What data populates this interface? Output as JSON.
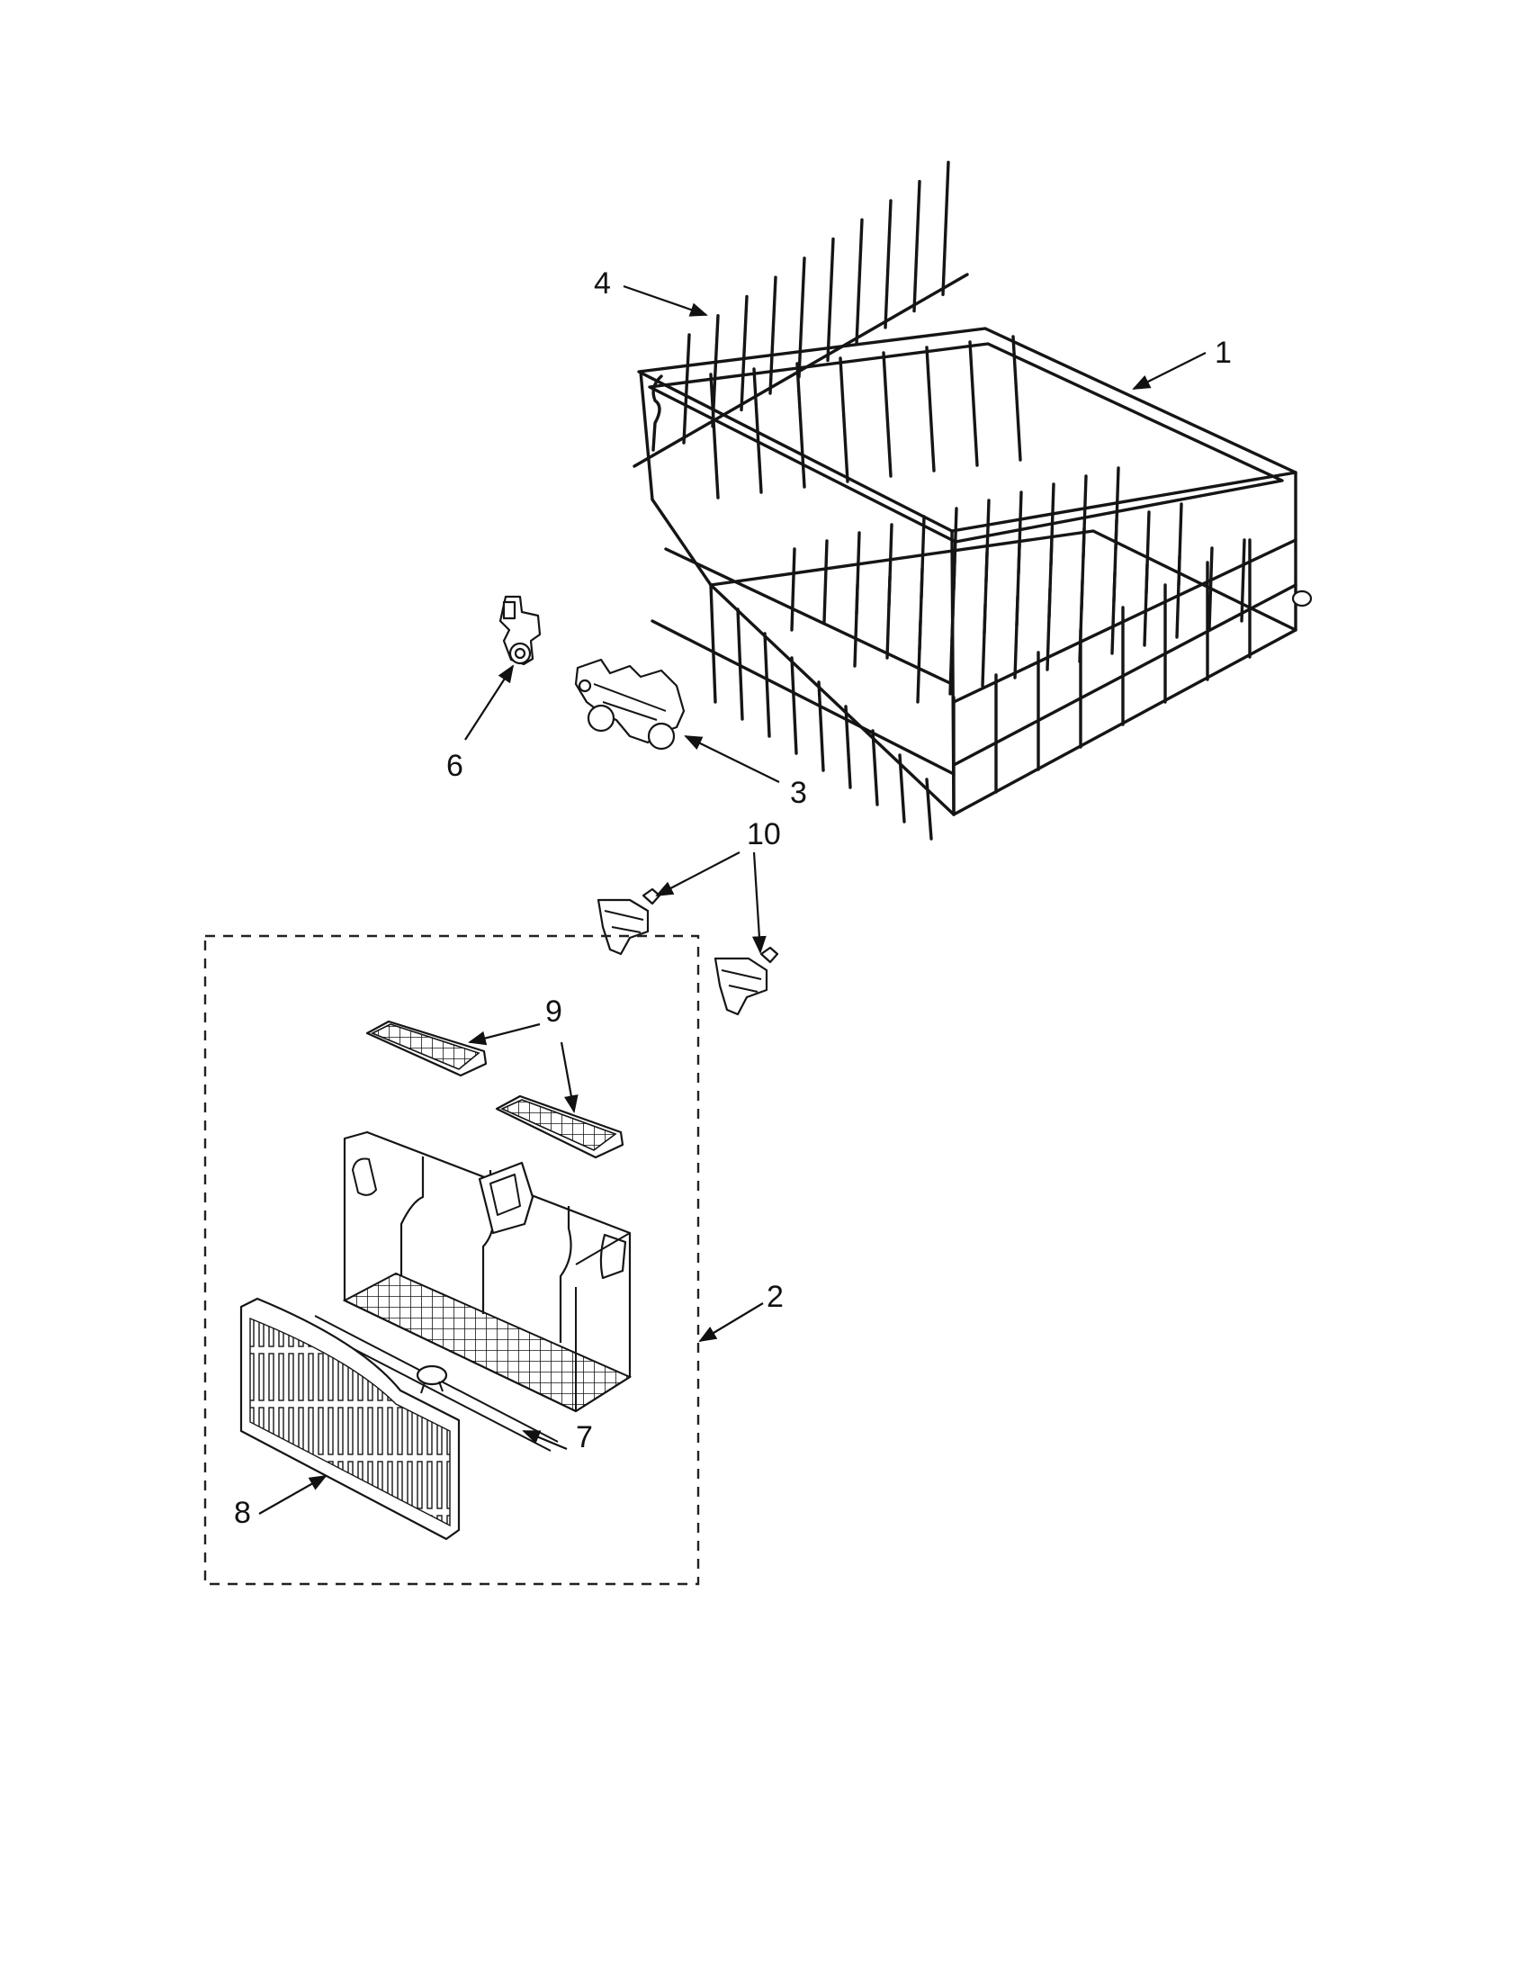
{
  "diagram": {
    "callouts": [
      {
        "id": "1",
        "label": "1"
      },
      {
        "id": "2",
        "label": "2"
      },
      {
        "id": "3",
        "label": "3"
      },
      {
        "id": "4",
        "label": "4"
      },
      {
        "id": "6",
        "label": "6"
      },
      {
        "id": "7",
        "label": "7"
      },
      {
        "id": "8",
        "label": "8"
      },
      {
        "id": "9",
        "label": "9"
      },
      {
        "id": "10",
        "label": "10"
      }
    ],
    "colors": {
      "line": "#151515",
      "background": "#ffffff"
    }
  }
}
